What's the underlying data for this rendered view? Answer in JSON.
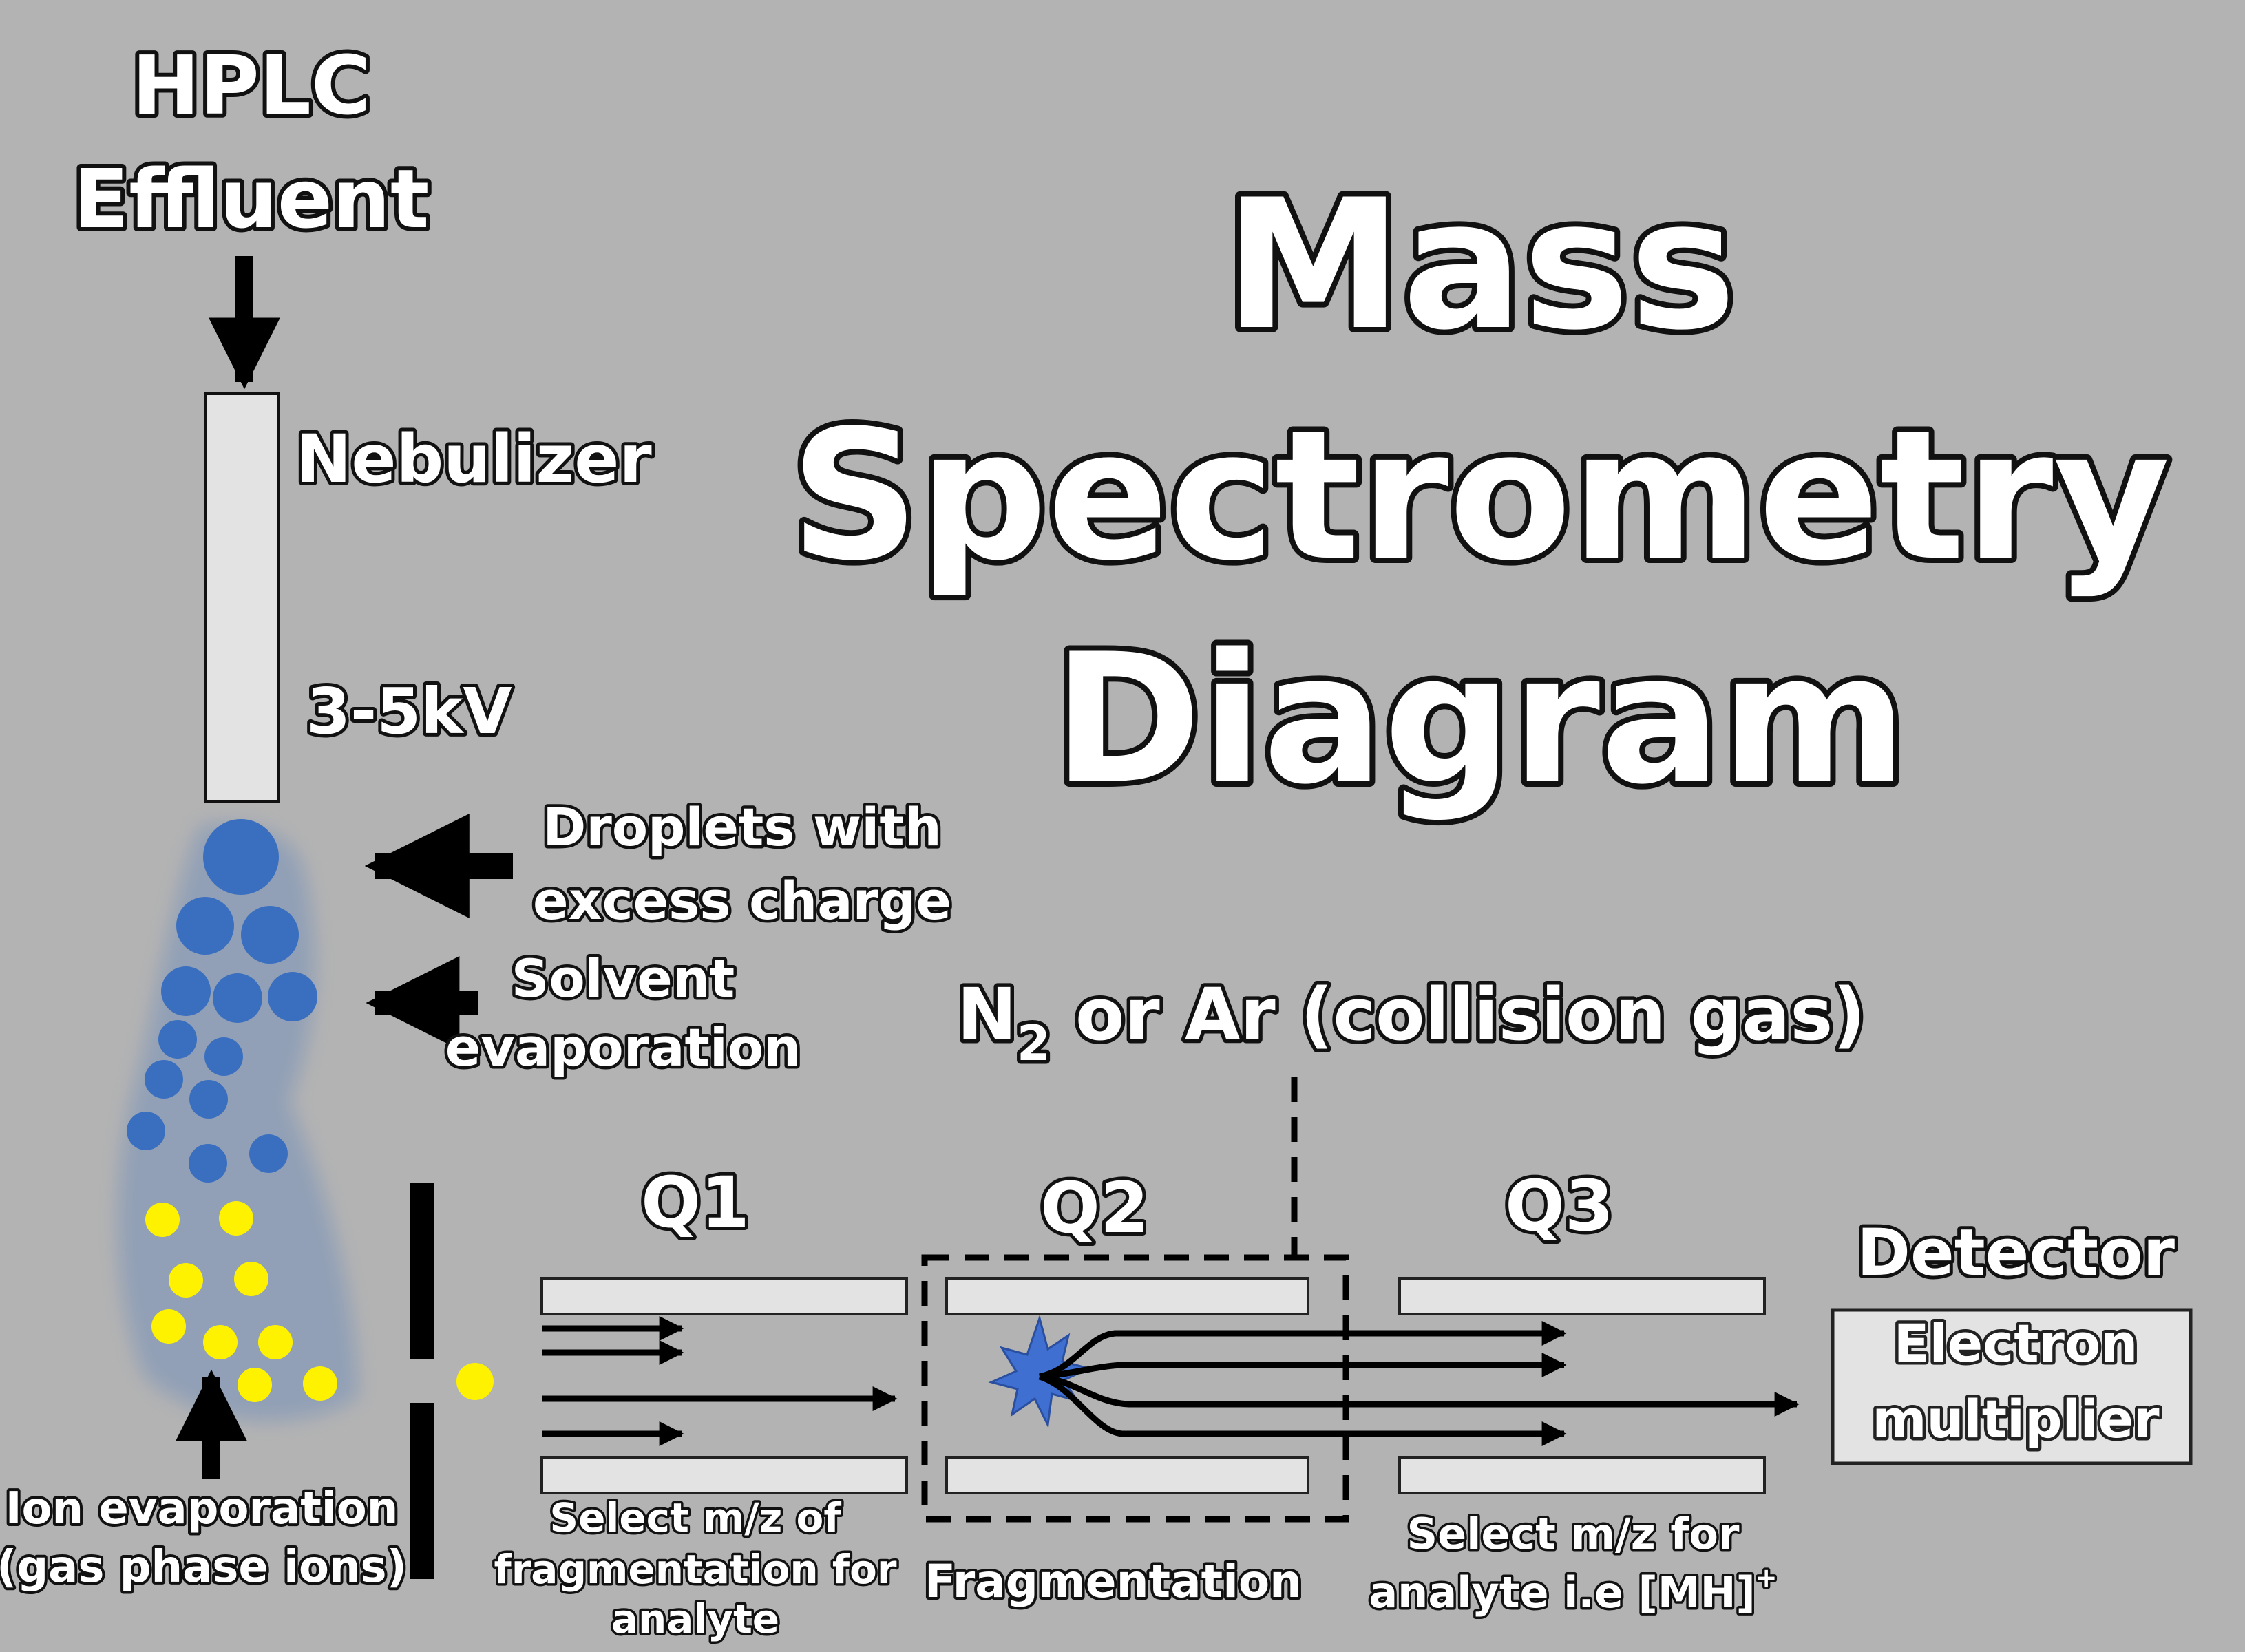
{
  "title": {
    "line1": "Mass",
    "line2": "Spectrometry",
    "line3": "Diagram"
  },
  "source": {
    "line1": "HPLC",
    "line2": "Effluent"
  },
  "nebulizer": {
    "label": "Nebulizer",
    "voltage": "3-5kV"
  },
  "droplets": {
    "line1": "Droplets with",
    "line2": "excess charge"
  },
  "solvent": {
    "line1": "Solvent",
    "line2": "evaporation"
  },
  "ion_evaporation": {
    "line1": "Ion evaporation",
    "line2": "(gas phase ions)"
  },
  "collision_gas": {
    "prefix": "N",
    "subscript": "2",
    "rest": " or Ar (collision gas)"
  },
  "quadrupoles": {
    "q1": "Q1",
    "q2": "Q2",
    "q3": "Q3"
  },
  "q1_caption": {
    "line1": "Select m/z of",
    "line2": "fragmentation for",
    "line3": "analyte"
  },
  "q2_caption": "Fragmentation",
  "q3_caption": {
    "line1": "Select m/z for",
    "line2": "analyte i.e [MH]",
    "superscript": "+"
  },
  "detector": {
    "label": "Detector",
    "line1": "Electron",
    "line2": "multiplier"
  },
  "colors": {
    "background": "#b3b3b3",
    "droplet_blue": "#3a6fc0",
    "ion_yellow": "#fff200",
    "rod_fill": "#e3e3e3",
    "arrow": "#000000",
    "spark_blue": "#3f6fd0"
  }
}
